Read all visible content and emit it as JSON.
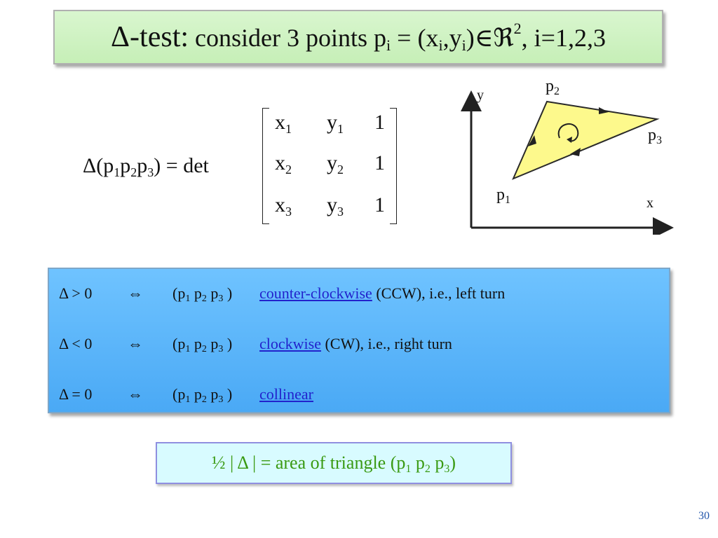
{
  "title": {
    "delta": "Δ",
    "test_word": "-test:",
    "text": "consider 3 points p",
    "sub_i1": "i",
    "eq": " = (x",
    "sub_i2": "i",
    "comma": ",y",
    "sub_i3": "i",
    "close": ")",
    "elem": "∈",
    "real": "ℜ",
    "sup_2": "2",
    "tail": ",  i=1,2,3"
  },
  "equation": {
    "lhs_prefix": "Δ(p",
    "lhs_mid": "p",
    "lhs_end": "p",
    "lhs_close": ") = det",
    "sub1": "1",
    "sub2": "2",
    "sub3": "3",
    "matrix": {
      "x": "x",
      "y": "y",
      "one": "1",
      "rows": [
        "1",
        "2",
        "3"
      ]
    }
  },
  "diagram": {
    "p": "p",
    "sub1": "1",
    "sub2": "2",
    "sub3": "3",
    "x_axis": "x",
    "y_axis": "y",
    "colors": {
      "fill": "#fdf98c",
      "stroke": "#2a2a2a"
    }
  },
  "rules": [
    {
      "cond": "Δ > 0",
      "iff": "⇔",
      "pts": "(p",
      "link": "counter-clockwise",
      "rest": " (CCW),  i.e., left turn"
    },
    {
      "cond": "Δ < 0",
      "iff": "⇔",
      "pts": "(p",
      "link": "clockwise",
      "rest": " (CW),  i.e., right turn"
    },
    {
      "cond": "Δ = 0",
      "iff": "⇔",
      "pts": "(p",
      "link": "collinear",
      "rest": ""
    }
  ],
  "rule_pts": {
    "p": " p",
    "sub1": "1",
    "sub2": "2",
    "sub3": "3",
    "close": " )"
  },
  "area": {
    "prefix": "½ | Δ |  =  area of triangle (p",
    "p": " p",
    "sub1": "1",
    "sub2": "2",
    "sub3": "3",
    "close": ")"
  },
  "page_number": "30",
  "colors": {
    "title_bg": "#d9f6cf",
    "rules_bg": "#5ab6fb",
    "area_bg": "#d8fbff",
    "area_text": "#3a9a12",
    "link": "#2222cc"
  }
}
